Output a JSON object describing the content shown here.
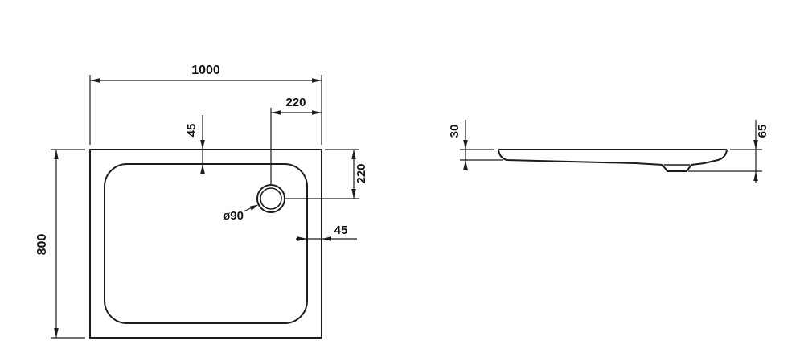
{
  "plan": {
    "width": "1000",
    "height": "800",
    "drain_from_right": "220",
    "drain_from_top": "220",
    "rim_top": "45",
    "rim_right": "45",
    "drain_diameter": "ø90"
  },
  "side": {
    "edge_height": "30",
    "total_depth": "65"
  },
  "colors": {
    "line": "#1c1c1c",
    "background": "#ffffff"
  }
}
